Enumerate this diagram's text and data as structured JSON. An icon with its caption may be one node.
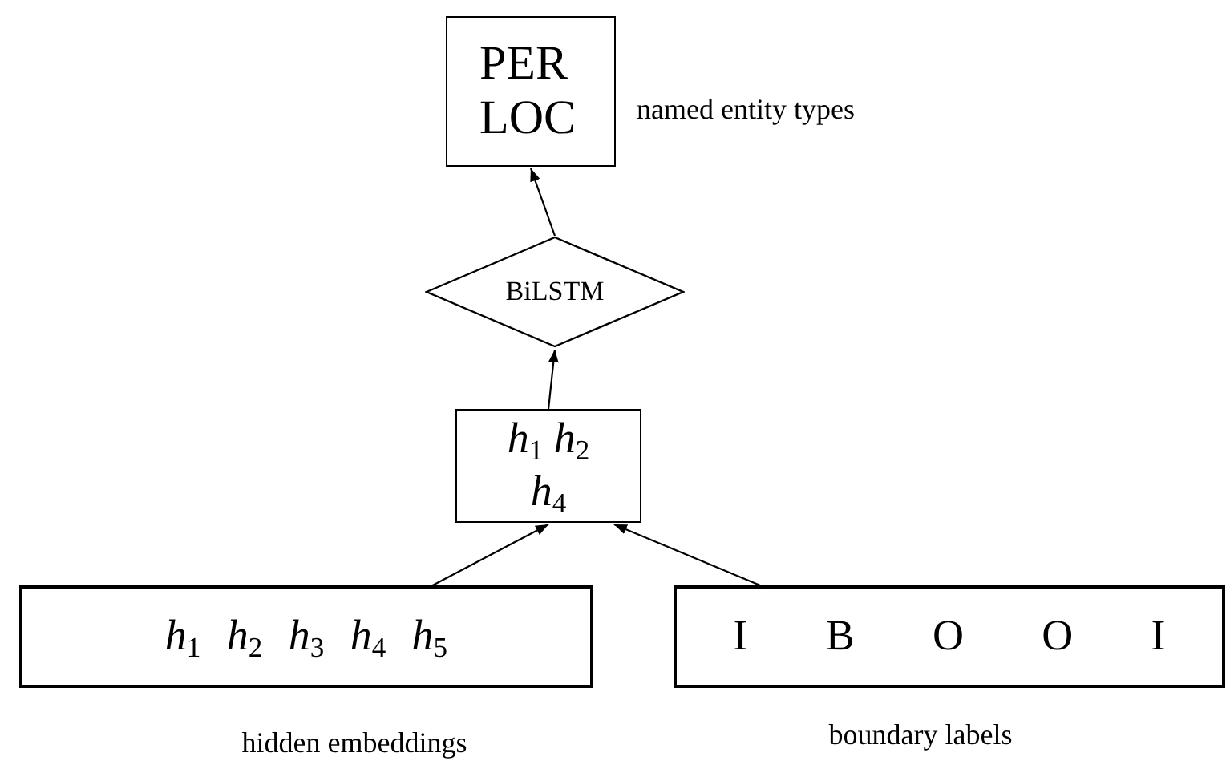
{
  "diagram": {
    "nodes": [
      {
        "text": [
          "PER LOC"
        ],
        "beside": [
          "named entity types"
        ]
      },
      {
        "text": [
          "BiLSTM"
        ]
      },
      {
        "text": [
          "*h*$_{1}$ *h*$_{2}$ *h*$_{4}$"
        ]
      },
      {
        "text": [
          "*h*$_{1}$ *h*$_{2}$ *h*$_{3}$ *h*$_{4}$ *h*$_{5}$"
        ],
        "beside": [
          "hidden embeddings"
        ]
      },
      {
        "text": [
          "I B O O I"
        ],
        "beside": [
          "boundary labels"
        ]
      }
    ],
    "edges": [
      {
        "from": 1,
        "to": 0,
        "arrow": "to"
      },
      {
        "from": 2,
        "to": 1,
        "arrow": "to"
      },
      {
        "from": 3,
        "to": 2,
        "arrow": "to"
      },
      {
        "from": 4,
        "to": 2,
        "arrow": "to"
      }
    ]
  }
}
